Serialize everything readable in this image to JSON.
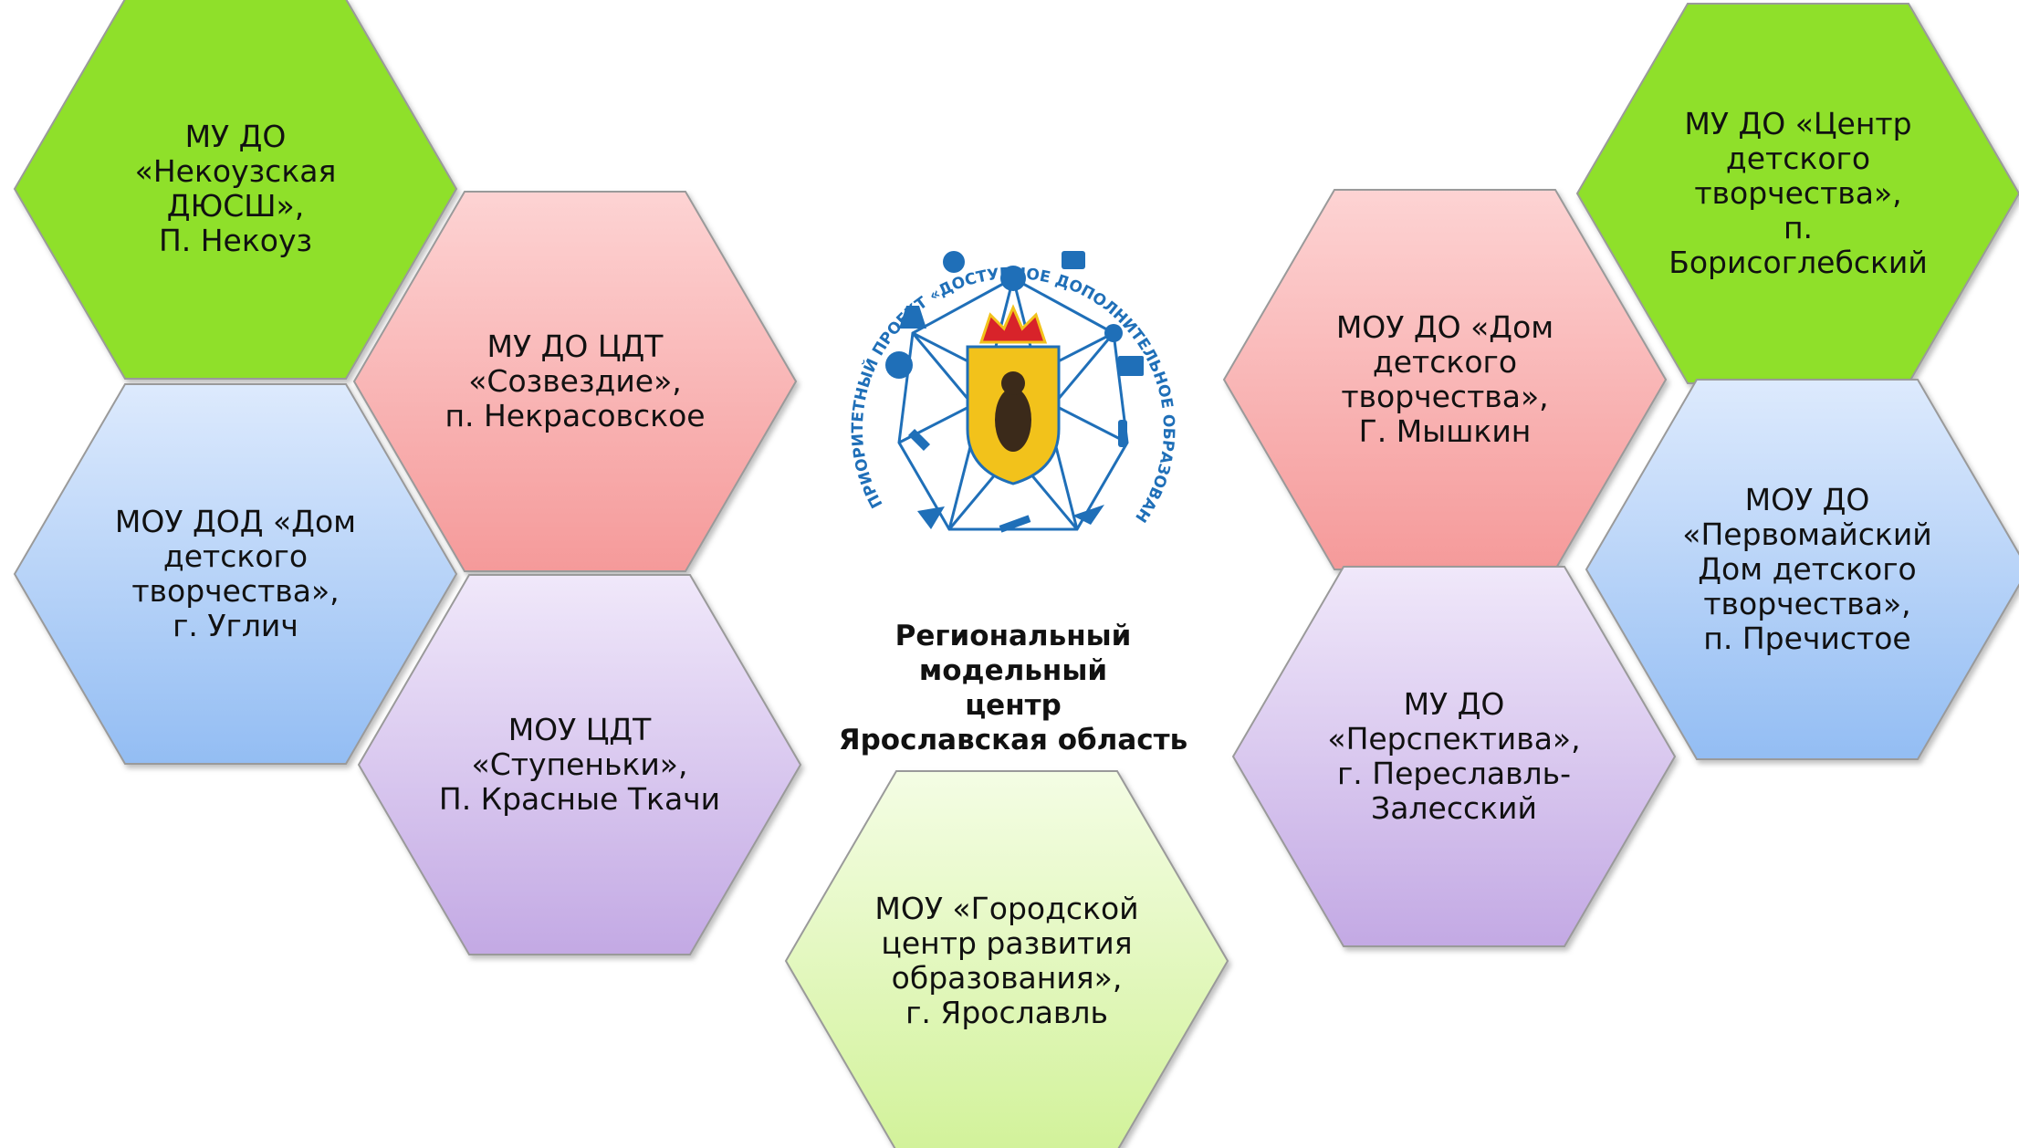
{
  "center": {
    "title": "Региональный\nмодельный\nцентр\nЯрославская область"
  },
  "logo": {
    "ring_text": "ПРИОРИТЕТНЫЙ ПРОЕКТ «ДОСТУПНОЕ ДОПОЛНИТЕЛЬНОЕ ОБРАЗОВАНИЕ ДЛЯ ДЕТЕЙ»",
    "color": "#1f6fb8"
  },
  "colors": {
    "green": "#92e030",
    "pink": "#f7a2a2",
    "blue": "#9dc4f5",
    "purple": "#cdb6e8",
    "light_green": "#dcf5a8"
  },
  "organizations": [
    {
      "id": "nekouz",
      "color": "green",
      "text": "МУ ДО\n«Некоузская\nДЮСШ»,\nП. Некоуз"
    },
    {
      "id": "nekrasovskoe",
      "color": "pink",
      "text": "МУ ДО ЦДТ\n«Созвездие»,\nп. Некрасовское"
    },
    {
      "id": "uglich",
      "color": "blue",
      "text": "МОУ ДОД «Дом\nдетского\nтворчества»,\nг. Углич"
    },
    {
      "id": "krasnye-tkachi",
      "color": "purple",
      "text": "МОУ ЦДТ\n«Ступеньки»,\nП. Красные Ткачи"
    },
    {
      "id": "yaroslavl",
      "color": "light_green",
      "text": "МОУ «Городской\nцентр развития\nобразования»,\nг. Ярославль"
    },
    {
      "id": "myshkin",
      "color": "pink",
      "text": "МОУ ДО «Дом\nдетского\nтворчества»,\nГ. Мышкин"
    },
    {
      "id": "borisoglebsky",
      "color": "green",
      "text": "МУ ДО «Центр\nдетского\nтворчества»,\nп.\nБорисоглебский"
    },
    {
      "id": "pereslavl",
      "color": "purple",
      "text": "МУ ДО\n«Перспектива»,\nг. Переславль-\nЗалесский"
    },
    {
      "id": "prechistoe",
      "color": "blue",
      "text": "МОУ ДО\n«Первомайский\nДом детского\nтворчества»,\nп. Пречистое"
    }
  ]
}
